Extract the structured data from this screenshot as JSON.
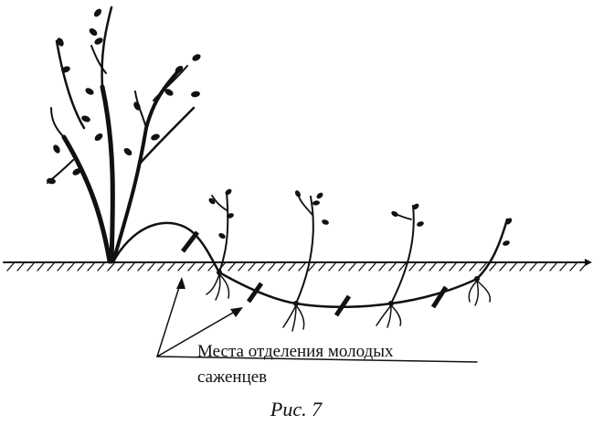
{
  "callout": {
    "line1": "Места отделения молодых",
    "line2": "саженцев"
  },
  "figure_caption": "Рис. 7",
  "colors": {
    "ink": "#111111",
    "background": "#ffffff"
  }
}
